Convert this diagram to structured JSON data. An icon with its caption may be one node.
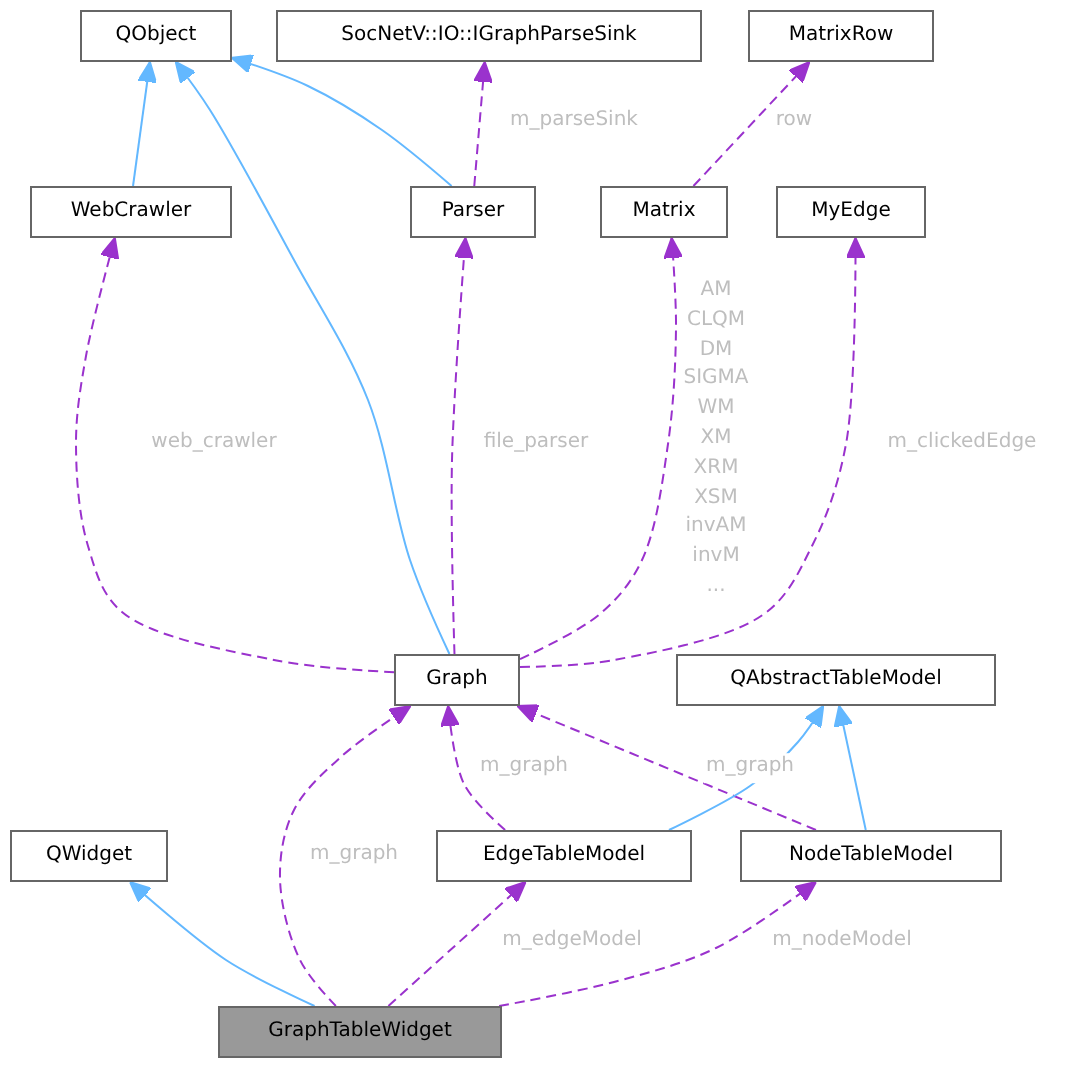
{
  "diagram": {
    "nodes": [
      {
        "text": [
          "QObject"
        ]
      },
      {
        "text": [
          "SocNetV::IO::IGraphParseSink"
        ]
      },
      {
        "text": [
          "MatrixRow"
        ]
      },
      {
        "text": [
          "WebCrawler"
        ]
      },
      {
        "text": [
          "Parser"
        ]
      },
      {
        "text": [
          "Matrix"
        ]
      },
      {
        "text": [
          "MyEdge"
        ]
      },
      {
        "text": [
          "Graph"
        ]
      },
      {
        "text": [
          "QAbstractTableModel"
        ]
      },
      {
        "text": [
          "QWidget"
        ]
      },
      {
        "text": [
          "EdgeTableModel"
        ]
      },
      {
        "text": [
          "NodeTableModel"
        ]
      },
      {
        "text": [
          "GraphTableWidget"
        ]
      }
    ],
    "edges": [
      {
        "from": 3,
        "to": 0,
        "arrow": "to",
        "color": "#63b8ff"
      },
      {
        "from": 7,
        "to": 0,
        "arrow": "to",
        "color": "#63b8ff"
      },
      {
        "from": 4,
        "to": 0,
        "arrow": "to",
        "color": "#63b8ff"
      },
      {
        "from": 4,
        "to": 1,
        "arrow": "to",
        "label": "m_parseSink",
        "style": "dashed"
      },
      {
        "from": 5,
        "to": 2,
        "arrow": "to",
        "label": "row",
        "style": "dashed"
      },
      {
        "from": 7,
        "to": 3,
        "arrow": "to",
        "label": "web_crawler",
        "style": "dashed"
      },
      {
        "from": 7,
        "to": 4,
        "arrow": "to",
        "label": "file_parser",
        "style": "dashed"
      },
      {
        "from": 7,
        "to": 5,
        "arrow": "to",
        "label": "AM CLQM DM SIGMA WM XM XRM XSM invAM invM ...",
        "style": "dashed"
      },
      {
        "from": 7,
        "to": 6,
        "arrow": "to",
        "label": "m_clickedEdge",
        "style": "dashed"
      },
      {
        "from": 10,
        "to": 7,
        "arrow": "to",
        "label": "m_graph",
        "style": "dashed"
      },
      {
        "from": 11,
        "to": 7,
        "arrow": "to",
        "label": "m_graph",
        "style": "dashed"
      },
      {
        "from": 10,
        "to": 8,
        "arrow": "to",
        "color": "#63b8ff"
      },
      {
        "from": 11,
        "to": 8,
        "arrow": "to",
        "color": "#63b8ff"
      },
      {
        "from": 12,
        "to": 7,
        "arrow": "to",
        "label": "m_graph",
        "style": "dashed"
      },
      {
        "from": 12,
        "to": 10,
        "arrow": "to",
        "label": "m_edgeModel",
        "style": "dashed"
      },
      {
        "from": 12,
        "to": 11,
        "arrow": "to",
        "label": "m_nodeModel",
        "style": "dashed"
      },
      {
        "from": 12,
        "to": 9,
        "arrow": "to",
        "color": "#63b8ff"
      }
    ]
  }
}
